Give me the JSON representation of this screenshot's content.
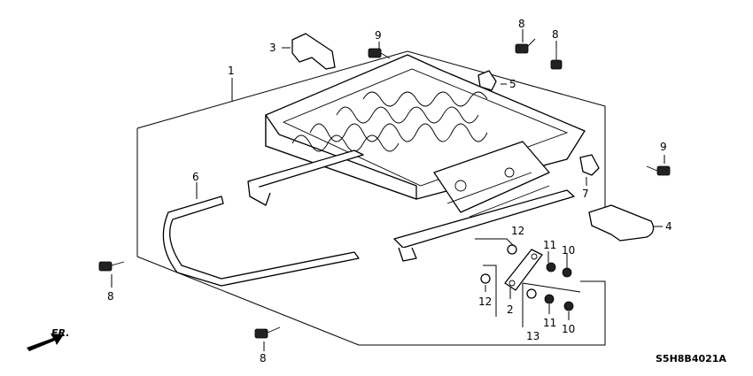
{
  "diagram": {
    "code": "S5H8B4021A",
    "direction_label": "FR.",
    "callouts": {
      "c1": "1",
      "c2": "2",
      "c3": "3",
      "c4": "4",
      "c5": "5",
      "c6": "6",
      "c7": "7",
      "c8a": "8",
      "c8b": "8",
      "c8c": "8",
      "c8d": "8",
      "c9a": "9",
      "c9b": "9",
      "c10a": "10",
      "c10b": "10",
      "c11a": "11",
      "c11b": "11",
      "c12a": "12",
      "c12b": "12",
      "c13": "13"
    }
  }
}
